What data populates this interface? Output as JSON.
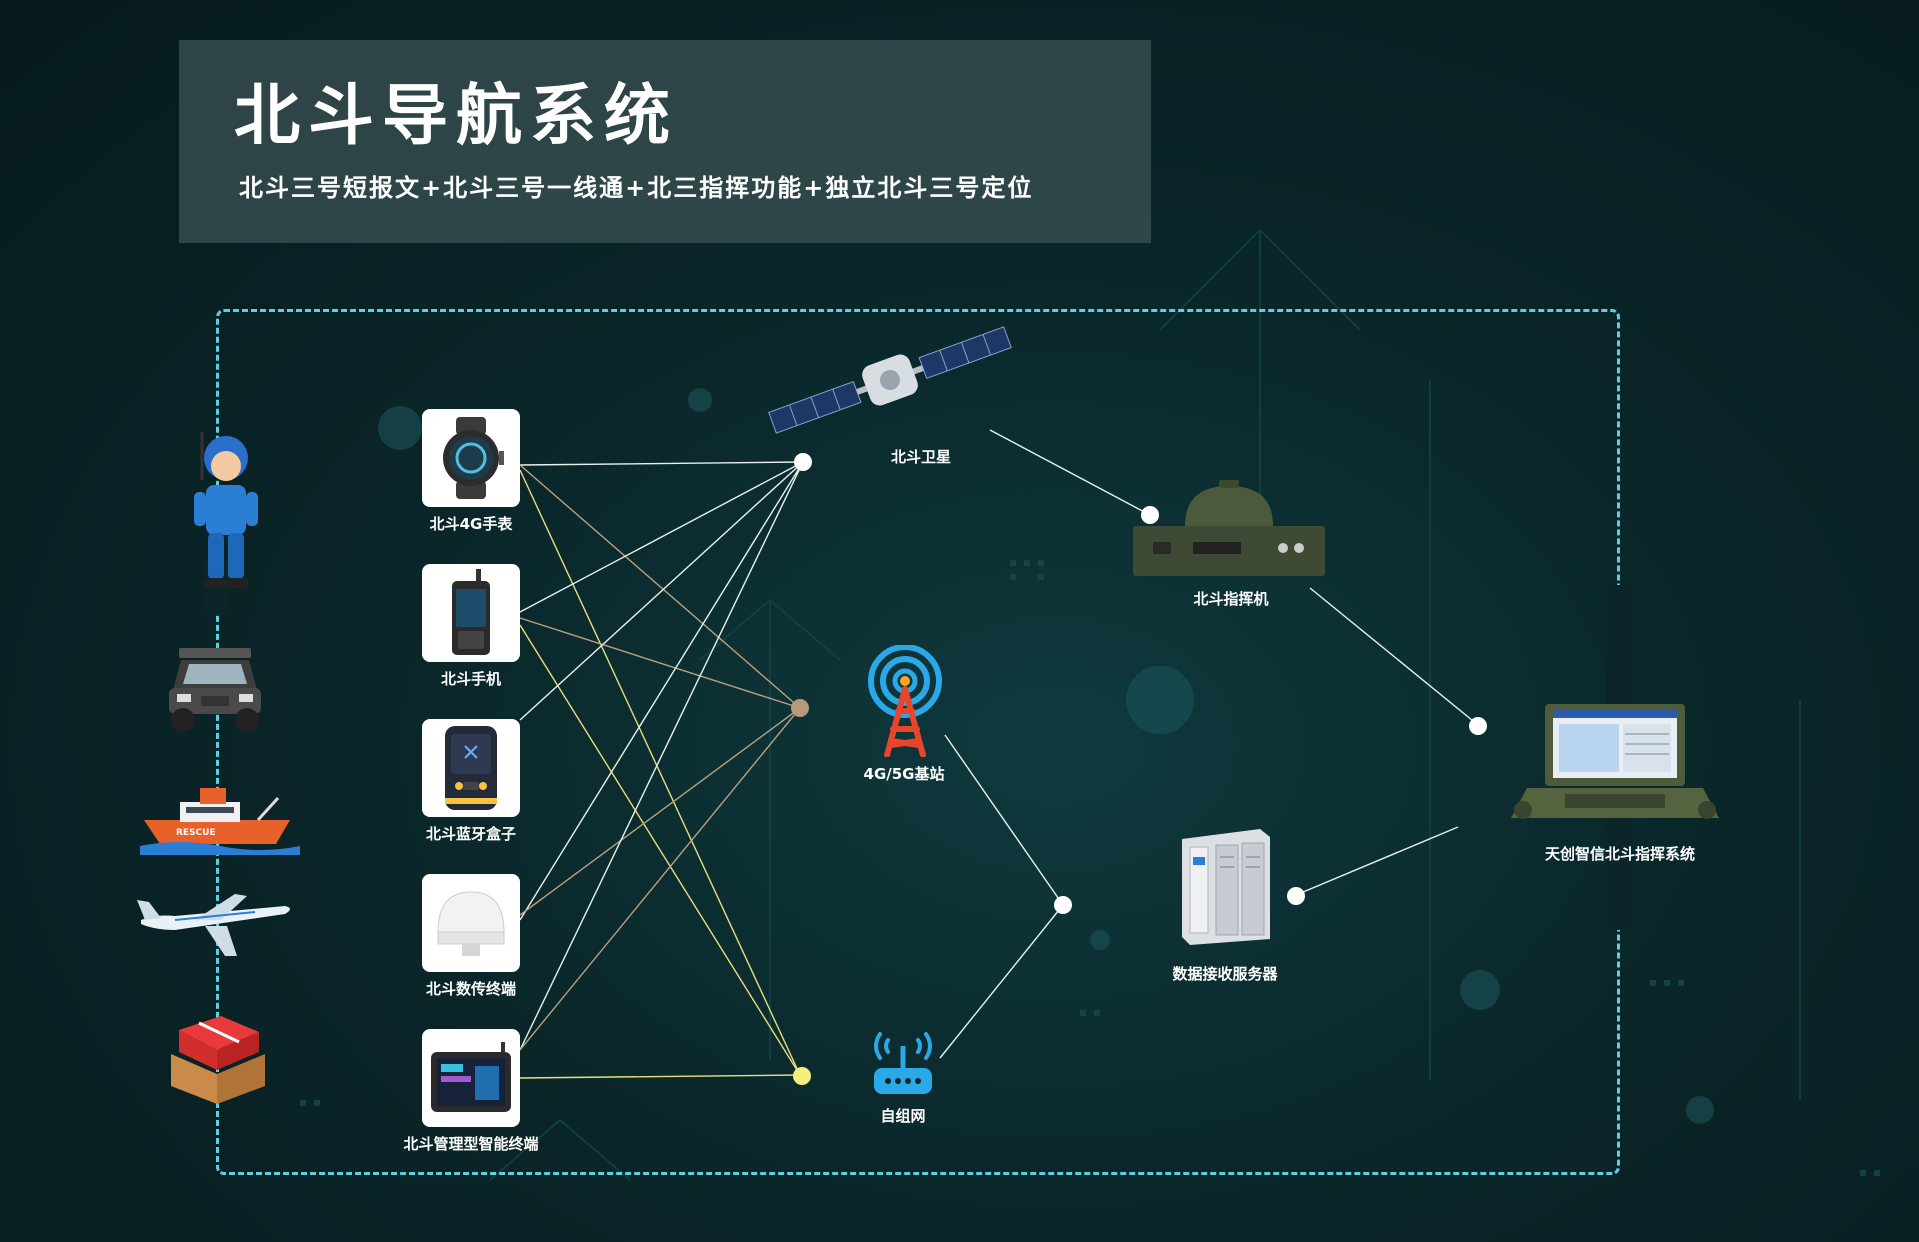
{
  "header": {
    "title": "北斗导航系统",
    "subtitle": "北斗三号短报文+北斗三号一线通+北三指挥功能+独立北斗三号定位"
  },
  "devices": [
    {
      "label": "北斗4G手表",
      "icon": "smartwatch-icon"
    },
    {
      "label": "北斗手机",
      "icon": "rugged-phone-icon"
    },
    {
      "label": "北斗蓝牙盒子",
      "icon": "bluetooth-box-icon"
    },
    {
      "label": "北斗数传终端",
      "icon": "gnss-antenna-icon"
    },
    {
      "label": "北斗管理型智能终端",
      "icon": "rugged-tablet-icon"
    }
  ],
  "users": [
    {
      "icon": "rescuer-icon"
    },
    {
      "icon": "suv-icon"
    },
    {
      "icon": "rescue-boat-icon"
    },
    {
      "icon": "airplane-icon"
    },
    {
      "icon": "parcel-box-icon"
    }
  ],
  "network": {
    "satellite": "北斗卫星",
    "base_station": "4G/5G基站",
    "mesh": "自组网",
    "command_unit": "北斗指挥机",
    "server": "数据接收服务器",
    "command_system": "天创智信北斗指挥系统"
  },
  "colors": {
    "accent": "#5fd0e0",
    "node_white": "#ffffff",
    "node_tan": "#b89a7a",
    "node_yellow": "#f2ef7a",
    "line_white": "#e8f0f0",
    "line_tan": "#b9a07f",
    "line_yellow": "#e5e07a",
    "tower_red": "#e8452c",
    "signal_blue": "#2aa8e8"
  }
}
